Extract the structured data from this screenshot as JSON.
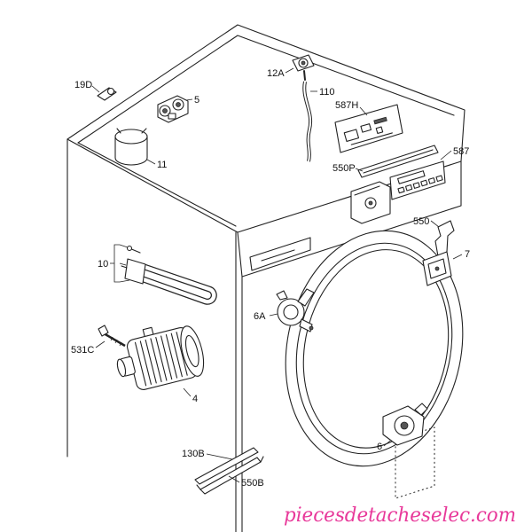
{
  "callouts": [
    "19D",
    "5",
    "12A",
    "110",
    "587H",
    "587",
    "550P",
    "11",
    "550",
    "7",
    "10",
    "6A",
    "531C",
    "4",
    "130B",
    "550B",
    "6"
  ],
  "watermark": "piecesdetacheselec.com",
  "colors": {
    "line": "#222222",
    "watermark": "#e8399a",
    "background": "#ffffff"
  }
}
